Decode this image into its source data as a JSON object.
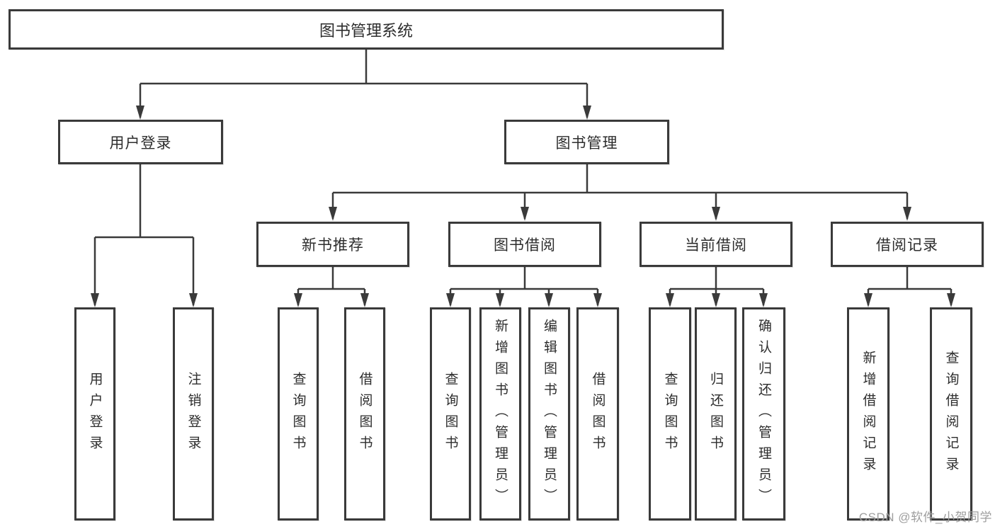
{
  "diagram": {
    "title_hint": "library-management-system-structure",
    "root": {
      "id": "library-management-system",
      "label": "图书管理系统"
    },
    "level2": [
      {
        "id": "user-login",
        "label": "用户登录"
      },
      {
        "id": "book-management",
        "label": "图书管理"
      }
    ],
    "level3": [
      {
        "id": "new-book-recommend",
        "label": "新书推荐"
      },
      {
        "id": "book-borrowing",
        "label": "图书借阅"
      },
      {
        "id": "current-borrowing",
        "label": "当前借阅"
      },
      {
        "id": "borrowing-records",
        "label": "借阅记录"
      }
    ],
    "leaves": [
      {
        "id": "user-login-leaf",
        "label": "用户登录"
      },
      {
        "id": "logout",
        "label": "注销登录"
      },
      {
        "id": "query-books-recommend",
        "label": "查询图书"
      },
      {
        "id": "borrow-books-recommend",
        "label": "借阅图书"
      },
      {
        "id": "query-books-borrowing",
        "label": "查询图书"
      },
      {
        "id": "add-books-admin",
        "label": "新增图书（管理员）"
      },
      {
        "id": "edit-books-admin",
        "label": "编辑图书（管理员）"
      },
      {
        "id": "borrow-books",
        "label": "借阅图书"
      },
      {
        "id": "query-books-current",
        "label": "查询图书"
      },
      {
        "id": "return-books",
        "label": "归还图书"
      },
      {
        "id": "confirm-return-admin",
        "label": "确认归还（管理员）"
      },
      {
        "id": "add-borrowing-record",
        "label": "新增借阅记录"
      },
      {
        "id": "query-borrowing-record",
        "label": "查询借阅记录"
      }
    ]
  },
  "watermark": {
    "text": "CSDN @软件_小贺同学"
  },
  "colors": {
    "line": "#3a3a3a",
    "box_border": "#3a3a3a",
    "box_fill": "#ffffff",
    "label": "#2d2d2d",
    "watermark": "#9e9e9e",
    "page_bg": "#ffffff"
  }
}
